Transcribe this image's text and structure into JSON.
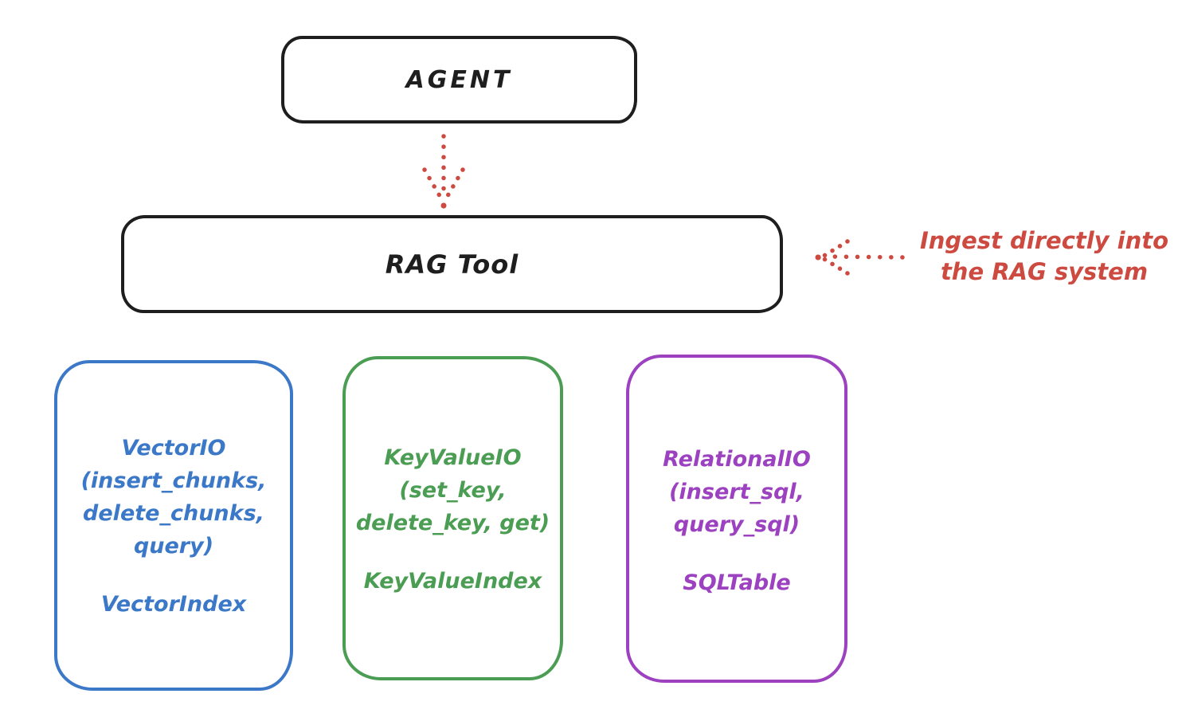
{
  "agent_box": {
    "label": "AGENT"
  },
  "rag_tool_box": {
    "label": "RAG Tool"
  },
  "annotation": {
    "text": "Ingest directly into\nthe RAG system"
  },
  "arrows": {
    "agent_to_rag": {
      "style": "dotted",
      "color": "#cd4a41",
      "direction": "down",
      "from": "AGENT",
      "to": "RAG Tool"
    },
    "ingest": {
      "style": "dotted",
      "color": "#cd4a41",
      "direction": "left",
      "points_to": "RAG Tool"
    }
  },
  "storage_boxes": [
    {
      "name": "vector-io",
      "methods_text": "VectorIO\n(insert_chunks,\ndelete_chunks,\nquery)",
      "index_label": "VectorIndex",
      "accent_color": "#3b78c8"
    },
    {
      "name": "keyvalue-io",
      "methods_text": "KeyValueIO\n(set_key,\ndelete_key, get)",
      "index_label": "KeyValueIndex",
      "accent_color": "#4a9d52"
    },
    {
      "name": "relational-io",
      "methods_text": "RelationalIO\n(insert_sql,\nquery_sql)",
      "index_label": "SQLTable",
      "accent_color": "#9c41c0"
    }
  ],
  "colors": {
    "outline": "#1e1e1e",
    "red_accent": "#cd4a41",
    "background": "#ffffff"
  }
}
